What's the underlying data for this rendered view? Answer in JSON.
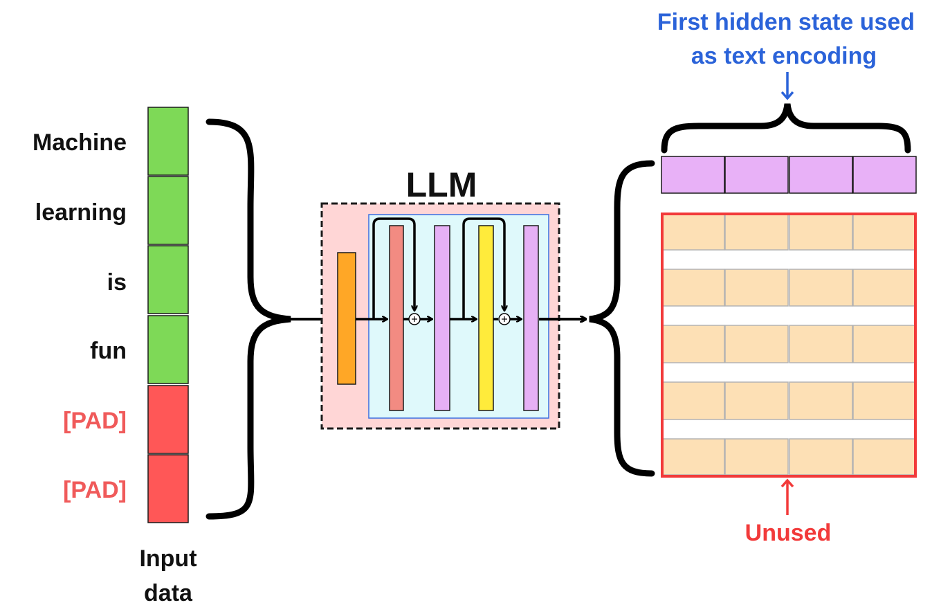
{
  "tokens": [
    {
      "label": "Machine",
      "kind": "word"
    },
    {
      "label": "learning",
      "kind": "word"
    },
    {
      "label": "is",
      "kind": "word"
    },
    {
      "label": "fun",
      "kind": "word"
    },
    {
      "label": "[PAD]",
      "kind": "pad"
    },
    {
      "label": "[PAD]",
      "kind": "pad"
    }
  ],
  "input_caption_line1": "Input",
  "input_caption_line2": "data",
  "model_label": "LLM",
  "encoding_label_line1": "First hidden state used",
  "encoding_label_line2": "as text encoding",
  "unused_label": "Unused",
  "colors": {
    "word_token": "#7ed957",
    "pad_token": "#ff5757",
    "pad_text": "#f05a5a",
    "llm_outer_bg": "#ffd6d6",
    "llm_inner_bg": "#dff9fb",
    "llm_inner_border": "#3b6fe0",
    "embedding_block": "#ffa726",
    "attention_block": "#f28b82",
    "norm_block": "#e6b0f5",
    "ffn_block": "#ffeb3b",
    "first_hidden_state": "#e8b1f7",
    "other_hidden_states": "#fde0b5",
    "unused_border": "#f23a3a",
    "encoding_text": "#2b63d9"
  }
}
